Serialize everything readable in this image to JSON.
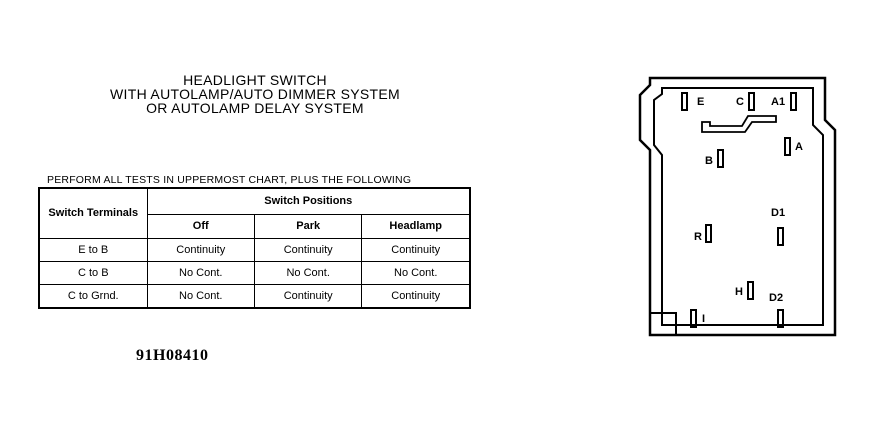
{
  "title_lines": [
    "HEADLIGHT SWITCH",
    "WITH AUTOLAMP/AUTO DIMMER SYSTEM",
    "OR AUTOLAMP DELAY SYSTEM"
  ],
  "instruction": "PERFORM ALL TESTS IN UPPERMOST CHART, PLUS THE FOLLOWING",
  "table": {
    "row_header": "Switch Terminals",
    "group_header": "Switch Positions",
    "columns": [
      "Off",
      "Park",
      "Headlamp"
    ],
    "rows": [
      {
        "terminals": "E to B",
        "values": [
          "Continuity",
          "Continuity",
          "Continuity"
        ]
      },
      {
        "terminals": "C to B",
        "values": [
          "No Cont.",
          "No Cont.",
          "No Cont."
        ]
      },
      {
        "terminals": "C to Grnd.",
        "values": [
          "No Cont.",
          "Continuity",
          "Continuity"
        ]
      }
    ]
  },
  "figure_id": "91H08410",
  "connector": {
    "terminals": [
      "E",
      "C",
      "A1",
      "A",
      "B",
      "D1",
      "R",
      "H",
      "D2",
      "I"
    ]
  }
}
